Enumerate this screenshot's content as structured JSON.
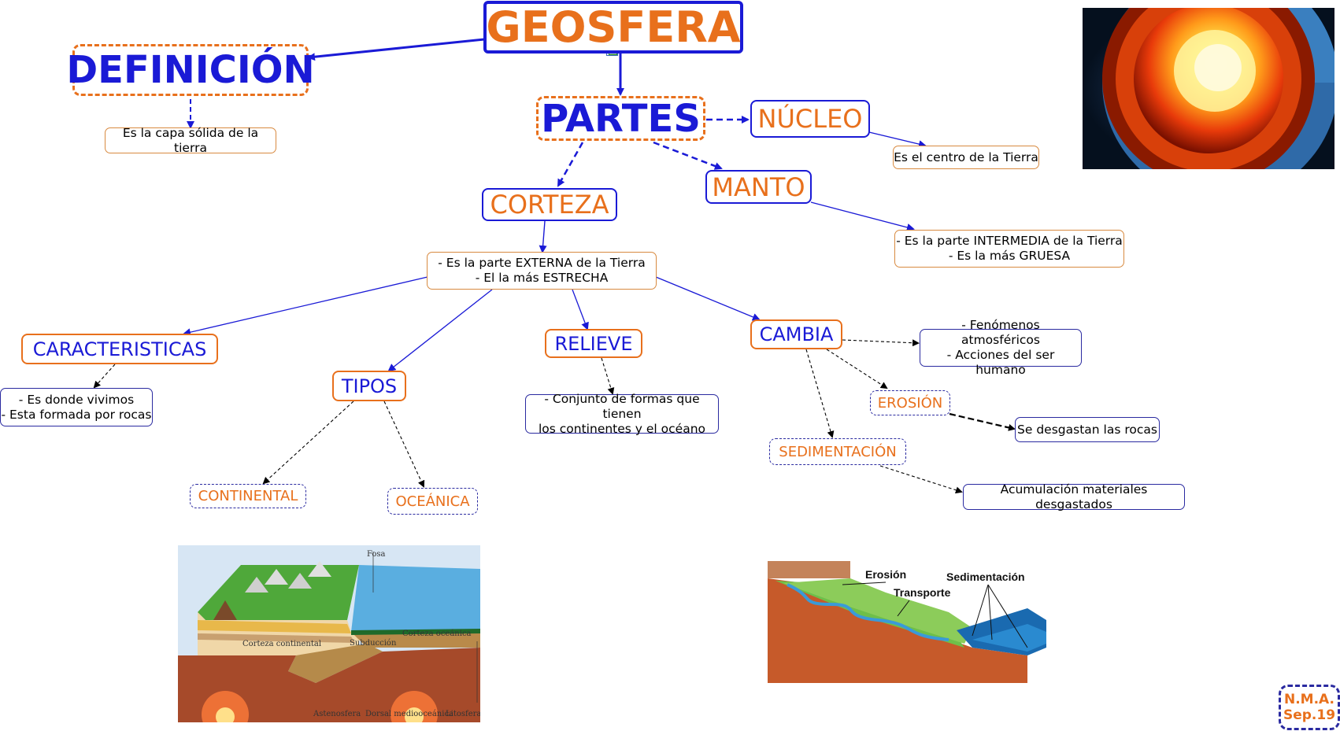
{
  "colors": {
    "blue": "#1a1ad6",
    "orange": "#e8701c",
    "dark_blue": "#2a2aa0"
  },
  "nodes": {
    "geosfera": "GEOSFERA",
    "definicion": "DEFINICIÓN",
    "definicion_desc": "Es la capa sólida de la tierra",
    "partes": "PARTES",
    "nucleo": "NÚCLEO",
    "nucleo_desc": "Es el centro de la Tierra",
    "manto": "MANTO",
    "manto_desc": "- Es la parte INTERMEDIA de la Tierra\n- Es la más GRUESA",
    "corteza": "CORTEZA",
    "corteza_desc": "- Es la parte EXTERNA de la Tierra\n- El la más ESTRECHA",
    "caracteristicas": "CARACTERISTICAS",
    "caracteristicas_desc": "- Es donde vivimos\n- Esta formada por rocas",
    "tipos": "TIPOS",
    "continental": "CONTINENTAL",
    "oceanica": "OCEÁNICA",
    "relieve": "RELIEVE",
    "relieve_desc": "- Conjunto de formas que tienen\nlos continentes y el océano",
    "cambia": "CAMBIA",
    "cambia_desc": "- Fenómenos atmosféricos\n- Acciones del ser humano",
    "erosion": "EROSIÓN",
    "erosion_desc": "Se desgastan las rocas",
    "sedimentacion": "SEDIMENTACIÓN",
    "sedimentacion_desc": "Acumulación materiales desgastados"
  },
  "images": {
    "earth_core": {
      "icon": "earth-core-image"
    },
    "tectonic": {
      "icon": "tectonic-plates-image",
      "labels": {
        "fosa": "Fosa",
        "corteza_oceanica": "Corteza oceánica",
        "corteza_continental": "Corteza continental",
        "subduccion": "Subducción",
        "astenosfera": "Astenosfera",
        "dorsal": "Dorsal mediooceánica",
        "litosfera": "Litosfera"
      }
    },
    "erosion_diagram": {
      "icon": "erosion-landscape-image",
      "labels": {
        "erosion": "Erosión",
        "transporte": "Transporte",
        "sedimentacion": "Sedimentación"
      }
    }
  },
  "signature": {
    "line1": "N.M.A.",
    "line2": "Sep.19"
  }
}
